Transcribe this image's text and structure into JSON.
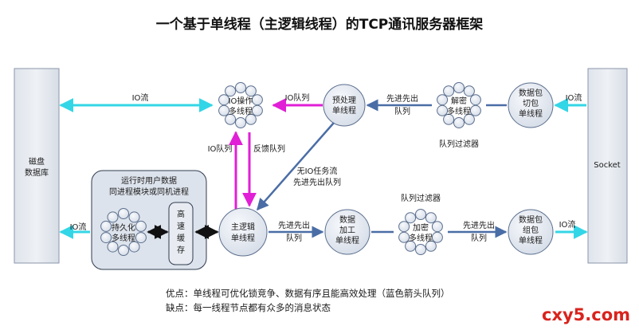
{
  "title": "一个基于单线程（主逻辑线程）的TCP通讯服务器框架",
  "disk": {
    "line1": "磁盘",
    "line2": "数据库"
  },
  "socket": "Socket",
  "io_multithread": {
    "line1": "IO操作",
    "line2": "多线程"
  },
  "preprocess": {
    "line1": "预处理",
    "line2": "单线程"
  },
  "decrypt": {
    "line1": "解密",
    "line2": "多线程"
  },
  "packet_split": {
    "line1": "数据包",
    "line2": "切包",
    "line3": "单线程"
  },
  "main_logic": {
    "line1": "主逻辑",
    "line2": "单线程"
  },
  "data_process": {
    "line1": "数据",
    "line2": "加工",
    "line3": "单线程"
  },
  "encrypt": {
    "line1": "加密",
    "line2": "多线程"
  },
  "packet_assemble": {
    "line1": "数据包",
    "line2": "组包",
    "line3": "单线程"
  },
  "runtime_box": {
    "line1": "运行时用户数据",
    "line2": "同进程模块或同机进程"
  },
  "persist": {
    "line1": "持久化",
    "line2": "多线程"
  },
  "cache": [
    "高",
    "速",
    "缓",
    "存"
  ],
  "labels": {
    "io_stream_top": "IO流",
    "io_stream_right_top": "IO流",
    "io_stream_left_bottom": "IO流",
    "io_stream_right_bottom": "IO流",
    "io_queue_top": "IO队列",
    "fifo_top_1": "先进先出",
    "fifo_top_2": "队列",
    "filter_top": "队列过滤器",
    "io_queue_vert": "IO队列",
    "feedback_queue": "反馈队列",
    "no_io_1": "无IO任务流",
    "no_io_2": "先进先出队列",
    "fifo_b1_1": "先进先出",
    "fifo_b1_2": "队列",
    "filter_bottom": "队列过滤器",
    "fifo_b2_1": "先进先出",
    "fifo_b2_2": "队列"
  },
  "notes": {
    "pros": "优点：单线程可优化锁竞争、数据有序且能高效处理（蓝色箭头队列）",
    "cons": "缺点：每一线程节点都有众多的消息状态"
  },
  "watermark": "cxy5.com",
  "colors": {
    "cyan": "#33d6e6",
    "blue": "#4a6da6",
    "magenta": "#e11fd6",
    "black": "#111111",
    "node_fill": "#e8ecf2",
    "node_stroke": "#5b6f8d"
  }
}
